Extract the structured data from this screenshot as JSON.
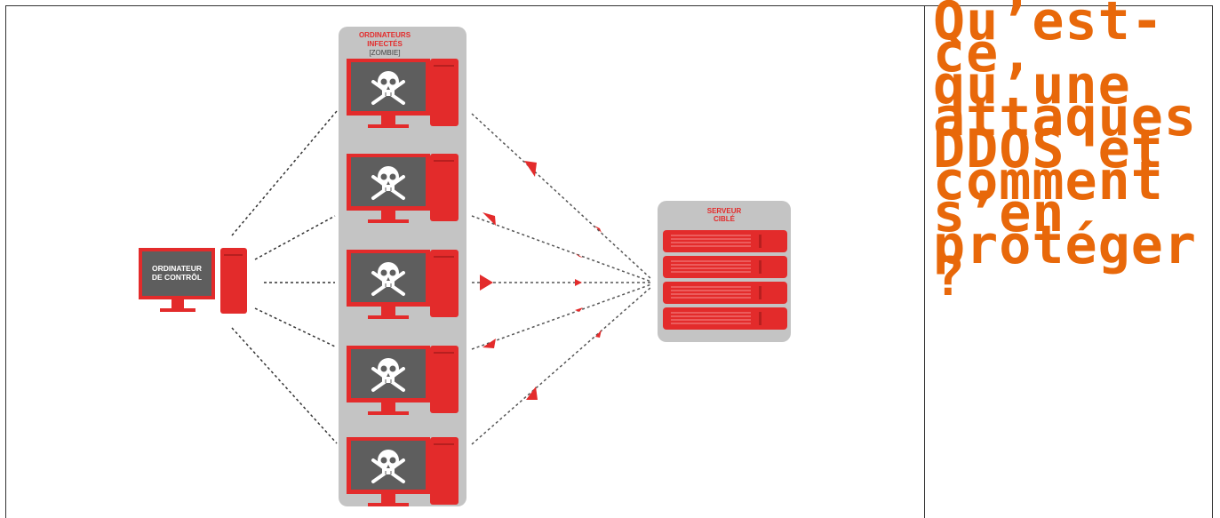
{
  "title": "Qu’est-ce qu’une attaques DDOS et comment s’en protéger ?",
  "colors": {
    "accent_red": "#e32b2b",
    "title_orange": "#e8680a",
    "panel_gray": "#c4c4c4",
    "screen_gray": "#5e5e5e"
  },
  "diagram": {
    "controller": {
      "label_line1": "ORDINATEUR",
      "label_line2": "DE CONTRÔL"
    },
    "zombies": {
      "label_line1": "ORDINATEURS",
      "label_line2": "INFECTÉS",
      "label_line3": "[ZOMBIE]",
      "count": 5,
      "icon": "skull-crossbones-icon"
    },
    "target": {
      "label_line1": "SERVEUR",
      "label_line2": "CIBLÉ",
      "rack_units": 4
    }
  }
}
